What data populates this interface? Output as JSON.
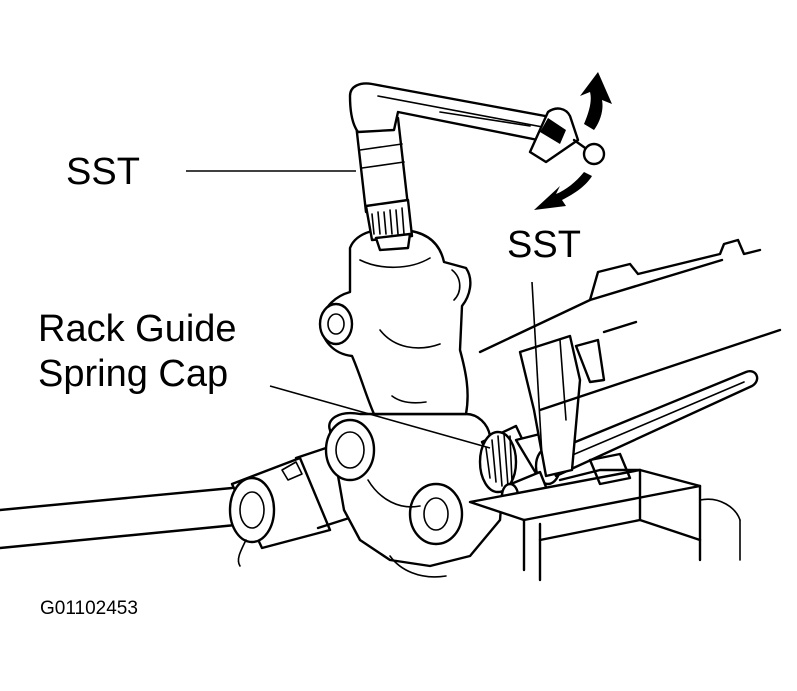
{
  "labels": {
    "sst_top": "SST",
    "sst_right": "SST",
    "rack_guide_line1": "Rack Guide",
    "rack_guide_line2": "Spring Cap",
    "figure_code": "G01102453"
  },
  "colors": {
    "ink": "#000000",
    "background": "#ffffff"
  },
  "icons": [
    "rotation-arrow-up-icon",
    "rotation-arrow-down-icon"
  ]
}
